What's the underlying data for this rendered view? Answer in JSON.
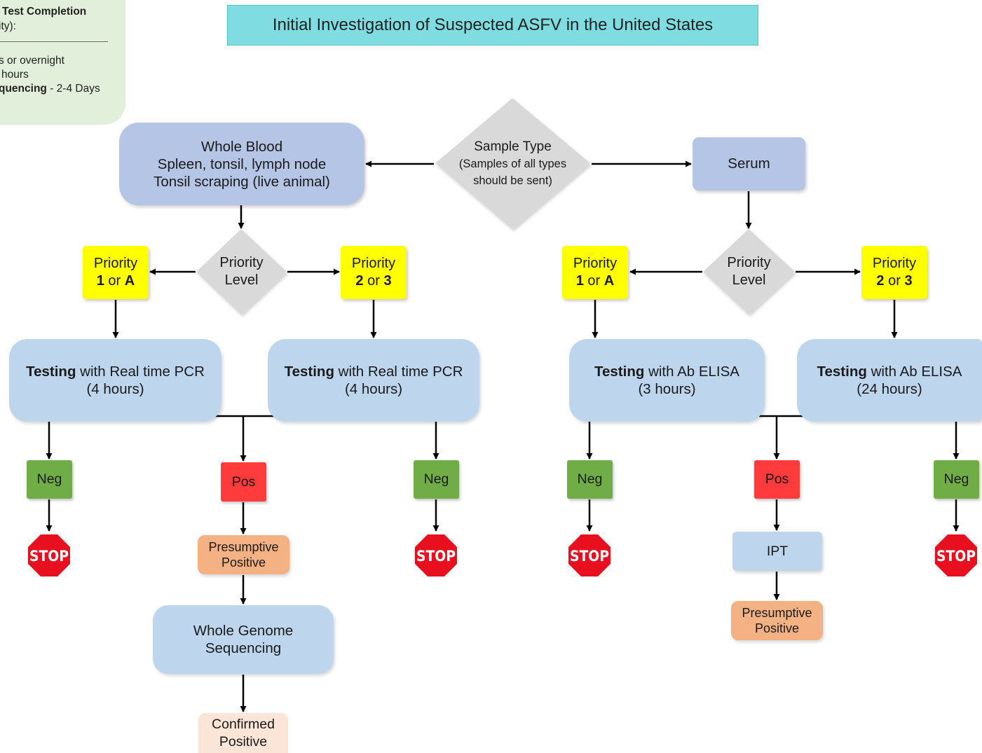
{
  "title": "Initial Investigation of Suspected ASFV in the United States",
  "legend": {
    "heading": "Test Completion",
    "subheading": "ity):",
    "line1": "s or overnight",
    "line2": "hours",
    "line3_bold": "quencing",
    "line3_rest": " - 2-4 Days"
  },
  "sample_type": {
    "label": "Sample Type",
    "sub_line1": "(Samples of all types",
    "sub_line2": "should be sent)"
  },
  "whole_blood": {
    "line1": "Whole Blood",
    "line2": "Spleen, tonsil, lymph node",
    "line3": "Tonsil scraping (live animal)"
  },
  "serum": {
    "label": "Serum"
  },
  "priority_level": {
    "line1": "Priority",
    "line2": "Level"
  },
  "priority_high": {
    "line1": "Priority",
    "num": "1",
    "or": " or ",
    "letter": "A"
  },
  "priority_low": {
    "line1": "Priority",
    "num": "2",
    "or": " or ",
    "letter": "3"
  },
  "testing": {
    "bold": "Testing",
    "pcr_rest": " with Real time PCR",
    "pcr_time": "(4 hours)",
    "elisa_rest": " with Ab ELISA",
    "elisa_fast": "(3 hours)",
    "elisa_slow": "(24 hours)"
  },
  "results": {
    "neg": "Neg",
    "pos": "Pos",
    "stop": "STOP",
    "presumptive_line1": "Presumptive",
    "presumptive_line2": "Positive",
    "ipt": "IPT",
    "wgs_line1": "Whole Genome",
    "wgs_line2": "Sequencing",
    "confirmed_line1": "Confirmed",
    "confirmed_line2": "Positive"
  },
  "colors": {
    "title_bg": "#7fdde1",
    "legend_bg": "#e2efda",
    "sample_box": "#b4c5e6",
    "test_box": "#bdd6ee",
    "priority": "#ffff00",
    "negative": "#70ad47",
    "positive": "#ff3b3b",
    "presumptive": "#f4b183",
    "confirmed": "#fbe5d6",
    "diamond": "#d9d9d9",
    "stop": "#e8101f"
  }
}
